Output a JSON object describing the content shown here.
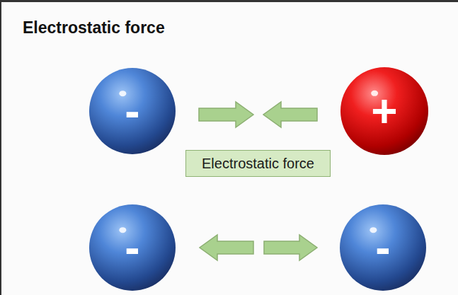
{
  "diagram": {
    "title": "Electrostatic force",
    "nodes": [
      {
        "text": [
          "-"
        ]
      },
      {
        "text": [
          "+"
        ]
      },
      {
        "text": [
          "Electrostatic force"
        ]
      },
      {
        "text": [
          "-"
        ]
      },
      {
        "text": [
          "-"
        ]
      }
    ]
  }
}
